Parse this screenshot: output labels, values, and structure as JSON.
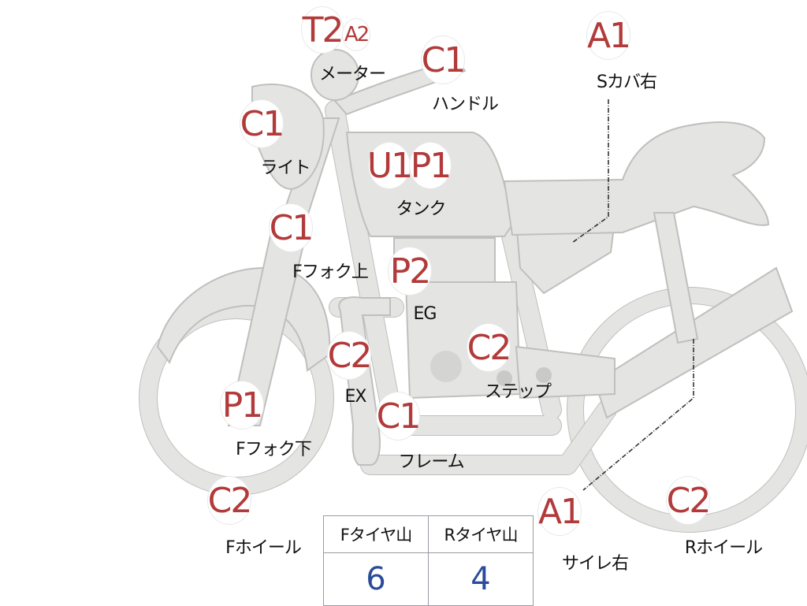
{
  "colors": {
    "part_fill": "#e4e4e2",
    "part_stroke": "#bfbfbd",
    "grade_text": "#b23a3a",
    "value_text": "#2b4b9a"
  },
  "parts": [
    {
      "id": "meter",
      "grades": [
        "T2",
        "A2"
      ],
      "label": "メーター"
    },
    {
      "id": "handle",
      "grades": [
        "C1"
      ],
      "label": "ハンドル"
    },
    {
      "id": "side-cover-right",
      "grades": [
        "A1"
      ],
      "label": "Sカバ右"
    },
    {
      "id": "light",
      "grades": [
        "C1"
      ],
      "label": "ライト"
    },
    {
      "id": "tank",
      "grades": [
        "U1",
        "P1"
      ],
      "label": "タンク"
    },
    {
      "id": "fork-upper",
      "grades": [
        "C1"
      ],
      "label": "Fフォク上"
    },
    {
      "id": "engine",
      "grades": [
        "P2"
      ],
      "label": "EG"
    },
    {
      "id": "exhaust",
      "grades": [
        "C2"
      ],
      "label": "EX"
    },
    {
      "id": "step",
      "grades": [
        "C2"
      ],
      "label": "ステップ"
    },
    {
      "id": "fork-lower",
      "grades": [
        "P1"
      ],
      "label": "Fフォク下"
    },
    {
      "id": "frame",
      "grades": [
        "C1"
      ],
      "label": "フレーム"
    },
    {
      "id": "front-wheel",
      "grades": [
        "C2"
      ],
      "label": "Fホイール"
    },
    {
      "id": "muffler-right",
      "grades": [
        "A1"
      ],
      "label": "サイレ右"
    },
    {
      "id": "rear-wheel",
      "grades": [
        "C2"
      ],
      "label": "Rホイール"
    }
  ],
  "tire_table": {
    "front_header": "Fタイヤ山",
    "rear_header": "Rタイヤ山",
    "front_value": "6",
    "rear_value": "4"
  }
}
